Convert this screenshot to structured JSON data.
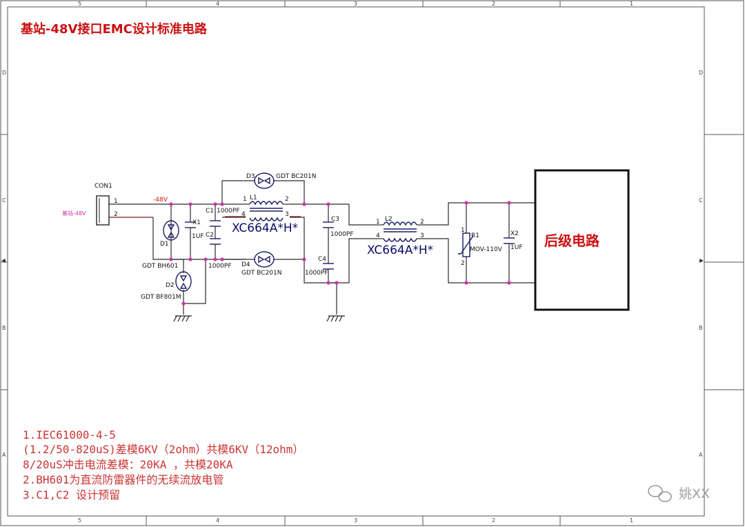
{
  "title": "基站-48V接口EMC设计标准电路",
  "border": {
    "cols_top": [
      "5",
      "4",
      "3",
      "2",
      "1"
    ],
    "cols_bottom": [
      "5",
      "4",
      "3",
      "2",
      "1"
    ],
    "rows": [
      "D",
      "C",
      "B",
      "A"
    ]
  },
  "connector": {
    "ref": "CON1",
    "net_label": "基站-48V",
    "pin1": "1",
    "pin2": "2",
    "net_name": "-48V"
  },
  "d1": {
    "ref": "D1",
    "part": "GDT BH601"
  },
  "d2": {
    "ref": "D2",
    "part": "GDT BF801M"
  },
  "d3": {
    "ref": "D3",
    "part": "GDT BC201N"
  },
  "d4": {
    "ref": "D4",
    "part": "GDT BC201N"
  },
  "x1": {
    "ref": "X1",
    "value": "1UF"
  },
  "c1": {
    "ref": "C1",
    "value": "1000PF"
  },
  "c2": {
    "ref": "C2",
    "value": "1000PF"
  },
  "c3": {
    "ref": "C3",
    "value": "1000PF"
  },
  "c4": {
    "ref": "C4",
    "value": "1000PF"
  },
  "l1": {
    "ref": "L1",
    "part": "XC664A*H*",
    "pins": [
      "1",
      "2",
      "4",
      "3"
    ]
  },
  "l2": {
    "ref": "L2",
    "part": "XC664A*H*",
    "pins": [
      "1",
      "2",
      "4",
      "3"
    ]
  },
  "r1": {
    "ref": "R1",
    "value": "MOV-110V",
    "pins": [
      "1",
      "2"
    ]
  },
  "x2": {
    "ref": "X2",
    "value": "1UF"
  },
  "block": {
    "label": "后级电路"
  },
  "notes": [
    "1.IEC61000-4-5",
    "(1.2/50-820uS)差模6KV（2ohm）共模6KV（12ohm）",
    "8/20uS冲击电流差模：20KA ，共模20KA",
    "2.BH601为直流防雷器件的无续流放电管",
    "3.C1,C2 设计预留"
  ],
  "watermark": "姚XX",
  "colors": {
    "title": "#cc1111",
    "notes": "#cc3333",
    "part_label": "#0b0b66",
    "junction": "#cc33aa",
    "net_label": "#cc33aa"
  }
}
